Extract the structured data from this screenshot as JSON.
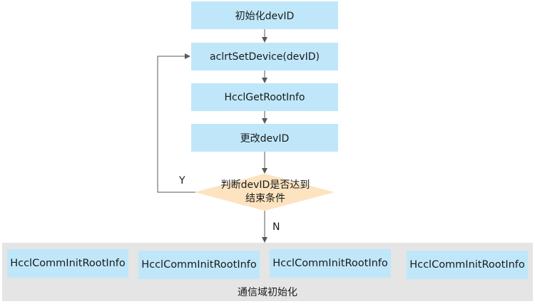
{
  "flow": {
    "step1": "初始化devID",
    "step2": "aclrtSetDevice(devID)",
    "step3": "HcclGetRootInfo",
    "step4": "更改devID",
    "decision_line1": "判断devID是否达到",
    "decision_line2": "结束条件",
    "yes_label": "Y",
    "no_label": "N"
  },
  "group": {
    "label": "通信域初始化",
    "items": [
      "HcclCommInitRootInfo",
      "HcclCommInitRootInfo",
      "HcclCommInitRootInfo",
      "HcclCommInitRootInfo"
    ]
  },
  "colors": {
    "process_fill": "#bfe7f9",
    "decision_fill": "#fde3bf",
    "group_fill": "#e5e5e5",
    "connector": "#595959"
  }
}
